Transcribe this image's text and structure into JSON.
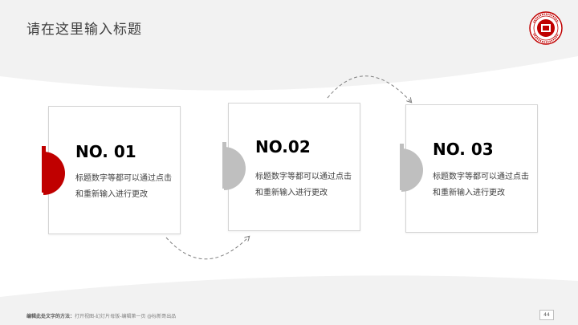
{
  "title": "请在这里输入标题",
  "cards": [
    {
      "number": "NO. 01",
      "desc": "标题数字等都可以通过点击和重新输入进行更改",
      "accent": "#c00000"
    },
    {
      "number": "NO.02",
      "desc": "标题数字等都可以通过点击和重新输入进行更改",
      "accent": "#bfbfbf"
    },
    {
      "number": "NO. 03",
      "desc": "标题数字等都可以通过点击和重新输入进行更改",
      "accent": "#bfbfbf"
    }
  ],
  "footer": {
    "label": "编辑此处文字的方法：",
    "instructions": "打开视图-幻灯片母版-编辑第一页 @标新哥出品"
  },
  "page_number": "44",
  "colors": {
    "accent": "#c00000",
    "muted": "#bfbfbf",
    "text": "#404040"
  }
}
